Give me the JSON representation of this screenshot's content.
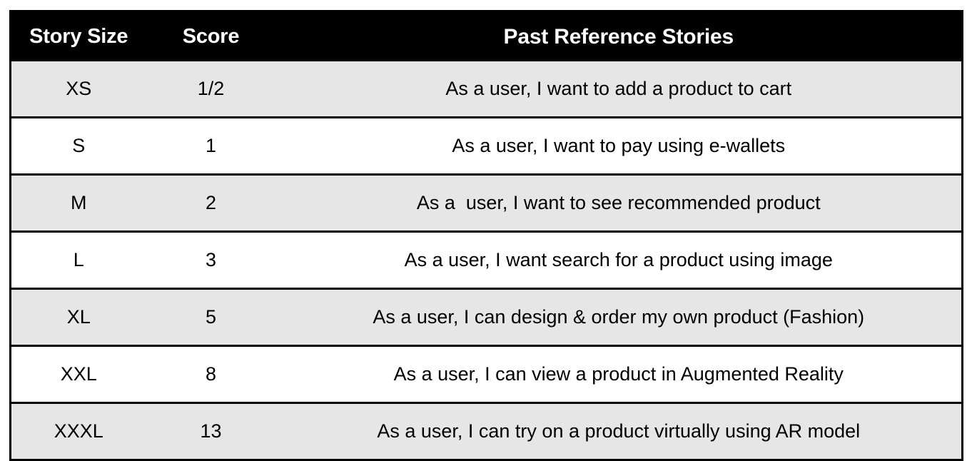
{
  "table": {
    "columns": [
      {
        "key": "size",
        "label": "Story Size"
      },
      {
        "key": "score",
        "label": "Score"
      },
      {
        "key": "story",
        "label": "Past Reference Stories"
      }
    ],
    "rows": [
      {
        "size": "XS",
        "score": "1/2",
        "story": "As a user, I want to add a product to cart"
      },
      {
        "size": "S",
        "score": "1",
        "story": "As a user, I want to pay using e-wallets"
      },
      {
        "size": "M",
        "score": "2",
        "story": "As a  user, I want to see recommended product"
      },
      {
        "size": "L",
        "score": "3",
        "story": "As a user, I want search for a product using image"
      },
      {
        "size": "XL",
        "score": "5",
        "story": "As a user, I can design & order my own product (Fashion)"
      },
      {
        "size": "XXL",
        "score": "8",
        "story": "As a user, I can view a product in Augmented Reality"
      },
      {
        "size": "XXXL",
        "score": "13",
        "story": "As a user, I can try on a product virtually using AR model"
      }
    ]
  },
  "colors": {
    "header_background": "#000000",
    "header_text": "#ffffff",
    "row_shaded": "#e6e6e6",
    "row_plain": "#ffffff",
    "border": "#000000",
    "body_text": "#000000"
  }
}
